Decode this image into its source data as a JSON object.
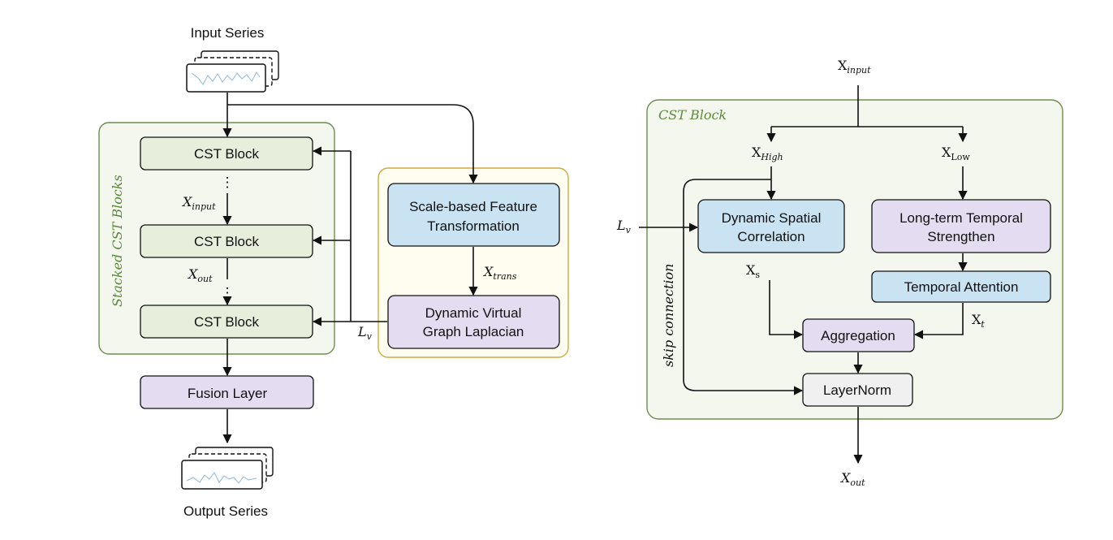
{
  "left": {
    "input_label": "Input Series",
    "output_label": "Output Series",
    "stacked_title": "Stacked CST Blocks",
    "cst_block_1": "CST Block",
    "cst_block_2": "CST Block",
    "cst_block_3": "CST Block",
    "fusion": "Fusion Layer",
    "sft_line1": "Scale-based Feature",
    "sft_line2": "Transformation",
    "dvgl_line1": "Dynamic Virtual",
    "dvgl_line2": "Graph Laplacian",
    "dots": "⋮",
    "x_input": {
      "base": "X",
      "sub": "input"
    },
    "x_out": {
      "base": "X",
      "sub": "out"
    },
    "x_trans": {
      "base": "X",
      "sub": "trans"
    },
    "l_v": {
      "base": "L",
      "sub": "v"
    }
  },
  "right": {
    "block_title": "CST Block",
    "x_input": {
      "base": "X",
      "sub": "input"
    },
    "x_high": {
      "base": "X",
      "sub": "High"
    },
    "x_low": {
      "base": "X",
      "sub": "Low"
    },
    "l_v": {
      "base": "L",
      "sub": "v"
    },
    "dsc_line1": "Dynamic Spatial",
    "dsc_line2": "Correlation",
    "lts_line1": "Long-term Temporal",
    "lts_line2": "Strengthen",
    "temporal_attention": "Temporal Attention",
    "x_s": {
      "base": "X",
      "sub": "s"
    },
    "x_t": {
      "base": "X",
      "sub": "t"
    },
    "aggregation": "Aggregation",
    "layernorm": "LayerNorm",
    "skip": "skip connection",
    "x_out": {
      "base": "X",
      "sub": "out"
    }
  },
  "colors": {
    "green_box": "#e7efdc",
    "green_border": "#6b8f4e",
    "green_group_bg": "#f3f7ee",
    "blue_box": "#c9e3f3",
    "purple_box": "#e4dcf1",
    "gray_box": "#f0f0f0",
    "yellow_group_bg": "#fffdf0",
    "yellow_border": "#d4a93e",
    "series_line": "#8db8d8"
  }
}
